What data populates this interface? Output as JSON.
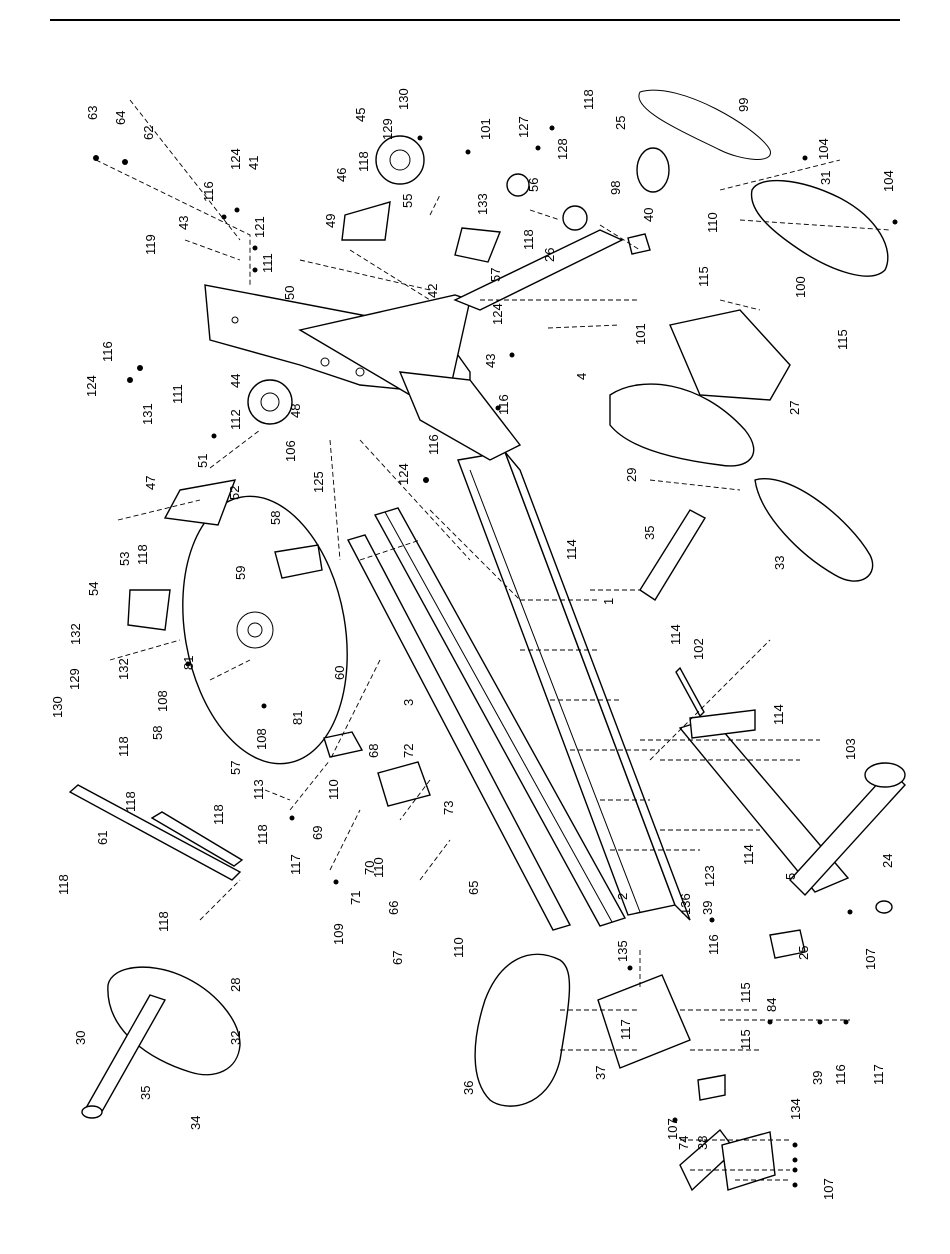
{
  "diagram": {
    "labels": [
      "1",
      "2",
      "3",
      "4",
      "5",
      "24",
      "25",
      "25",
      "26",
      "27",
      "28",
      "29",
      "30",
      "31",
      "32",
      "33",
      "34",
      "35",
      "35",
      "36",
      "37",
      "38",
      "39",
      "39",
      "40",
      "41",
      "42",
      "43",
      "43",
      "44",
      "45",
      "46",
      "47",
      "48",
      "49",
      "50",
      "51",
      "52",
      "53",
      "54",
      "55",
      "56",
      "57",
      "57",
      "58",
      "58",
      "59",
      "60",
      "61",
      "62",
      "63",
      "64",
      "65",
      "66",
      "67",
      "68",
      "69",
      "70",
      "71",
      "72",
      "73",
      "74",
      "81",
      "81",
      "84",
      "98",
      "99",
      "100",
      "101",
      "101",
      "102",
      "103",
      "104",
      "104",
      "106",
      "107",
      "107",
      "107",
      "108",
      "108",
      "109",
      "110",
      "110",
      "110",
      "110",
      "111",
      "111",
      "112",
      "113",
      "114",
      "114",
      "114",
      "114",
      "115",
      "115",
      "115",
      "115",
      "116",
      "116",
      "116",
      "116",
      "116",
      "116",
      "117",
      "117",
      "117",
      "118",
      "118",
      "118",
      "118",
      "118",
      "118",
      "118",
      "118",
      "118",
      "118",
      "119",
      "121",
      "123",
      "124",
      "124",
      "124",
      "124",
      "125",
      "127",
      "128",
      "129",
      "129",
      "130",
      "130",
      "131",
      "132",
      "132",
      "133",
      "134",
      "135",
      "136"
    ]
  }
}
